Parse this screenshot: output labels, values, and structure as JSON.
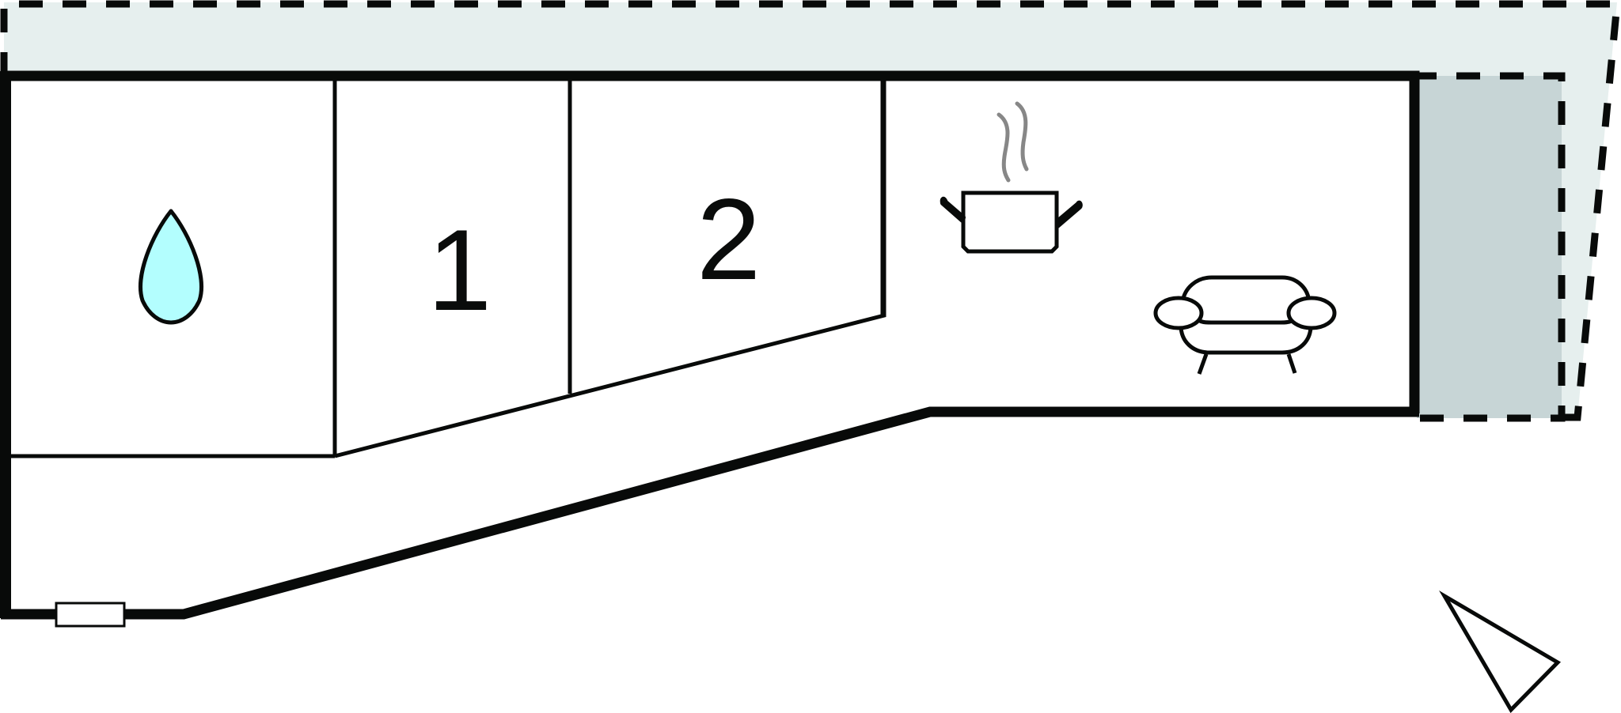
{
  "diagram": {
    "type": "floor-plan",
    "colors": {
      "wall": "#080a09",
      "terrace": "#e6efee",
      "balcony": "#c7d5d6",
      "water": "#b3fefe",
      "steam": "#878787",
      "background": "#ffffff"
    },
    "rooms": [
      {
        "id": "bathroom",
        "icon": "water-drop-icon",
        "label": ""
      },
      {
        "id": "bedroom-1",
        "label": "1"
      },
      {
        "id": "bedroom-2",
        "label": "2"
      },
      {
        "id": "kitchen-living",
        "icons": [
          "cooking-pot-icon",
          "sofa-icon"
        ],
        "label": ""
      },
      {
        "id": "hallway",
        "label": ""
      }
    ],
    "outdoor": [
      {
        "id": "terrace",
        "style": "dashed-outline",
        "fill": "light"
      },
      {
        "id": "balcony",
        "style": "dashed-outline",
        "fill": "dark"
      }
    ],
    "entrance": {
      "icon": "door-icon"
    },
    "compass": {
      "icon": "north-arrow-icon"
    }
  }
}
